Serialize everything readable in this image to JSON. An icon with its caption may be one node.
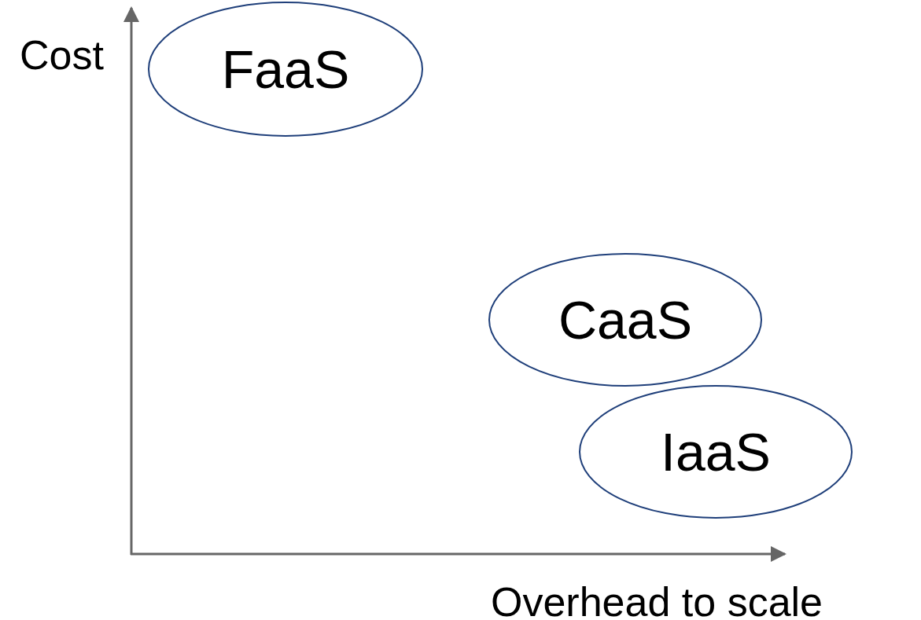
{
  "diagram": {
    "nodes": [
      {
        "text": [
          "FaaS"
        ]
      },
      {
        "text": [
          "CaaS"
        ]
      },
      {
        "text": [
          "IaaS"
        ]
      }
    ],
    "edges": [],
    "labels": [
      "Cost",
      "Overhead to scale"
    ]
  }
}
